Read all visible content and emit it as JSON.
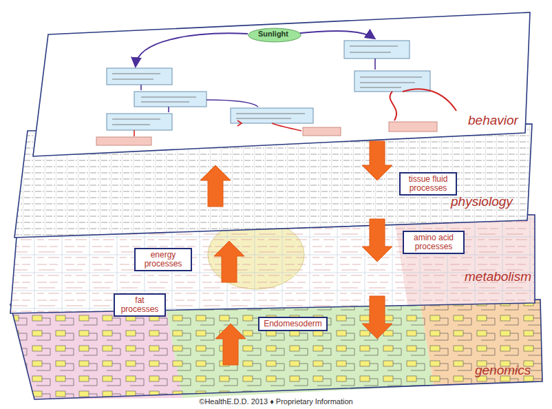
{
  "diagram": {
    "nodes": [
      {
        "text": [
          "behavior"
        ]
      },
      {
        "text": [
          "Sunlight"
        ],
        "in": 0
      },
      {
        "text": [
          "physiology"
        ]
      },
      {
        "text": [
          "tissue fluid processes"
        ],
        "in": 2
      },
      {
        "text": [
          "metabolism"
        ]
      },
      {
        "text": [
          "energy processes"
        ],
        "in": 4
      },
      {
        "text": [
          "fat processes"
        ],
        "in": 4
      },
      {
        "text": [
          "amino acid processes"
        ],
        "in": 4
      },
      {
        "text": [
          "genomics"
        ]
      },
      {
        "text": [
          "Endomesoderm"
        ],
        "in": 8
      }
    ],
    "edges": [
      {
        "from": 2,
        "to": 0,
        "arrow": "to"
      },
      {
        "from": 0,
        "to": 2,
        "arrow": "to"
      },
      {
        "from": 4,
        "to": 2,
        "arrow": "to"
      },
      {
        "from": 2,
        "to": 4,
        "arrow": "to"
      },
      {
        "from": 8,
        "to": 4,
        "arrow": "to"
      },
      {
        "from": 4,
        "to": 8,
        "arrow": "to"
      }
    ],
    "labels": [
      "©HealthE.D.D. 2013 ♦ Proprietary Information"
    ]
  }
}
